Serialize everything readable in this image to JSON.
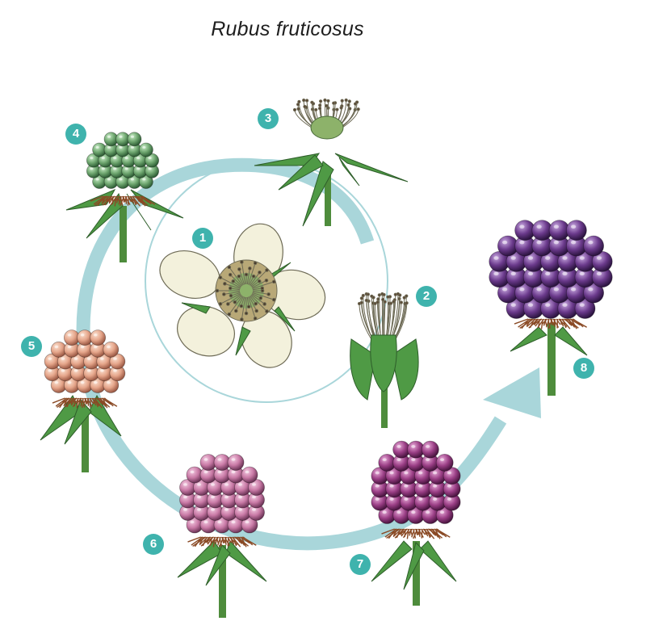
{
  "title": "Rubus fruticosus",
  "colors": {
    "badge": "#3fb3ad",
    "arrow": "#a9d6da",
    "flower_petal": "#f3f1dc",
    "stamen": "#b8a877",
    "leaf": "#4f9a45",
    "stem": "#4e8c3c",
    "berry_green": "#6ea66f",
    "berry_peach": "#e5a58a",
    "berry_pink": "#c97aa6",
    "berry_magenta": "#9b3f86",
    "berry_purple": "#6b3a8c",
    "calyx_brown": "#8a4a25"
  },
  "stages": [
    {
      "number": "1",
      "label_icon": "flower-icon"
    },
    {
      "number": "2",
      "label_icon": "closed-sepals-icon"
    },
    {
      "number": "3",
      "label_icon": "opened-sepals-icon"
    },
    {
      "number": "4",
      "label_icon": "green-berry-icon"
    },
    {
      "number": "5",
      "label_icon": "peach-berry-icon"
    },
    {
      "number": "6",
      "label_icon": "pink-berry-icon"
    },
    {
      "number": "7",
      "label_icon": "magenta-berry-icon"
    },
    {
      "number": "8",
      "label_icon": "ripe-blackberry-icon"
    }
  ]
}
